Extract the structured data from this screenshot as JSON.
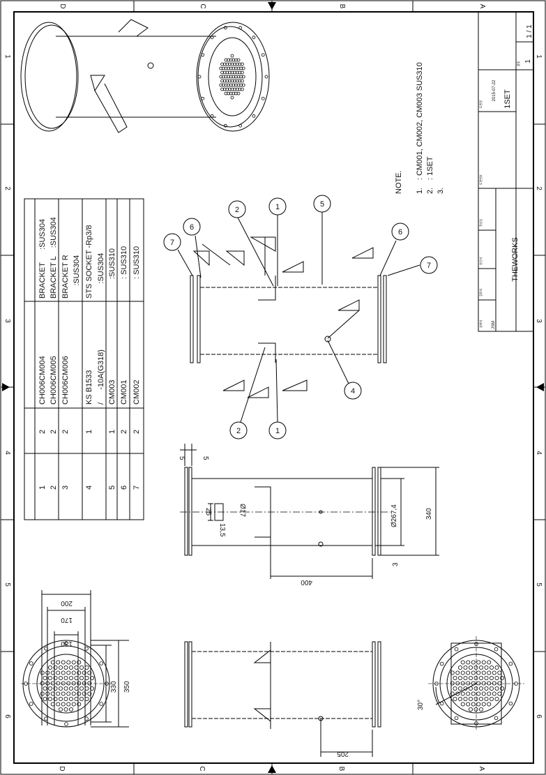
{
  "zone_letters": {
    "top": [
      "D",
      "C",
      "B",
      "A"
    ],
    "bottom": [
      "D",
      "C",
      "B",
      "A"
    ]
  },
  "zone_numbers": {
    "left": [
      "1",
      "2",
      "3",
      "4",
      "5",
      "6"
    ],
    "right": [
      "1",
      "2",
      "3",
      "4",
      "5",
      "6"
    ]
  },
  "title_block": {
    "company": "THEWORKS",
    "quantity": "1SET",
    "date": "2015-07-22",
    "drafter": "JSM",
    "sheet_label": "1",
    "sheet_of": "1 / 1",
    "role_labels": [
      "설계자",
      "검토자",
      "승인자",
      "작성일",
      "도면번호",
      "도면명",
      "품명"
    ]
  },
  "notes": {
    "heading": "NOTE.",
    "items": [
      {
        "num": "1.",
        "text": ": CM001, CM002, CM003 SUS310"
      },
      {
        "num": "2.",
        "text": ": 1SET"
      },
      {
        "num": "3.",
        "text": ""
      }
    ]
  },
  "bom": [
    {
      "item": "1",
      "qty": "2",
      "code": "CH006CM004",
      "desc": [
        "BRACKET      :SUS304"
      ]
    },
    {
      "item": "2",
      "qty": "2",
      "code": "CH006CM005",
      "desc": [
        "BRACKET L    :SUS304"
      ]
    },
    {
      "item": "3",
      "qty": "2",
      "code": "CH006CM006",
      "desc": [
        "BRACKET R",
        "      :SUS304"
      ]
    },
    {
      "item": "4",
      "qty": "1",
      "code_lines": [
        "KS B1533",
        "/      -10A(G318)"
      ],
      "desc": [
        "STS SOCKET -Rp3/8",
        "       :SUS304"
      ]
    },
    {
      "item": "5",
      "qty": "1",
      "code": "CM003",
      "desc": [
        ":SUS310"
      ]
    },
    {
      "item": "6",
      "qty": "2",
      "code": "CM001",
      "desc": [
        ": SUS310"
      ]
    },
    {
      "item": "7",
      "qty": "2",
      "code": "CM002",
      "desc": [
        ": SUS310"
      ]
    }
  ],
  "balloons": [
    "1",
    "2",
    "5",
    "6",
    "7",
    "6",
    "7",
    "4",
    "2",
    "1"
  ],
  "dimensions": {
    "flange_thk_left": "5",
    "flange_thk_right": "5",
    "socket_height": "25",
    "socket_offset": "13,5",
    "hole_dia": "Ø17",
    "shell_dia": "Ø267,4",
    "flange_dia": "340",
    "gap": "3",
    "length": "400",
    "bracket_pos": "205",
    "end_130": "130",
    "end_170": "170",
    "end_200": "200",
    "end_330": "330",
    "end_350": "350",
    "angle": "30°"
  }
}
